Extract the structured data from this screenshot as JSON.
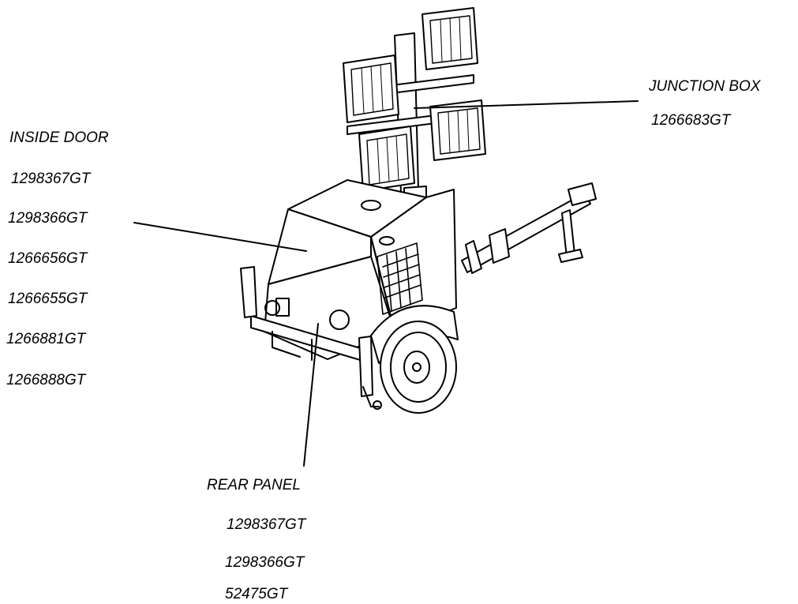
{
  "labels": {
    "junction_box": {
      "title": "JUNCTION BOX",
      "parts": [
        "1266683GT"
      ]
    },
    "inside_door": {
      "title": "INSIDE DOOR",
      "parts": [
        "1298367GT",
        "1298366GT",
        "1266656GT",
        "1266655GT",
        "1266881GT",
        "1266888GT"
      ]
    },
    "rear_panel": {
      "title": "REAR PANEL",
      "parts": [
        "1298367GT",
        "1298366GT",
        "52475GT"
      ]
    }
  }
}
